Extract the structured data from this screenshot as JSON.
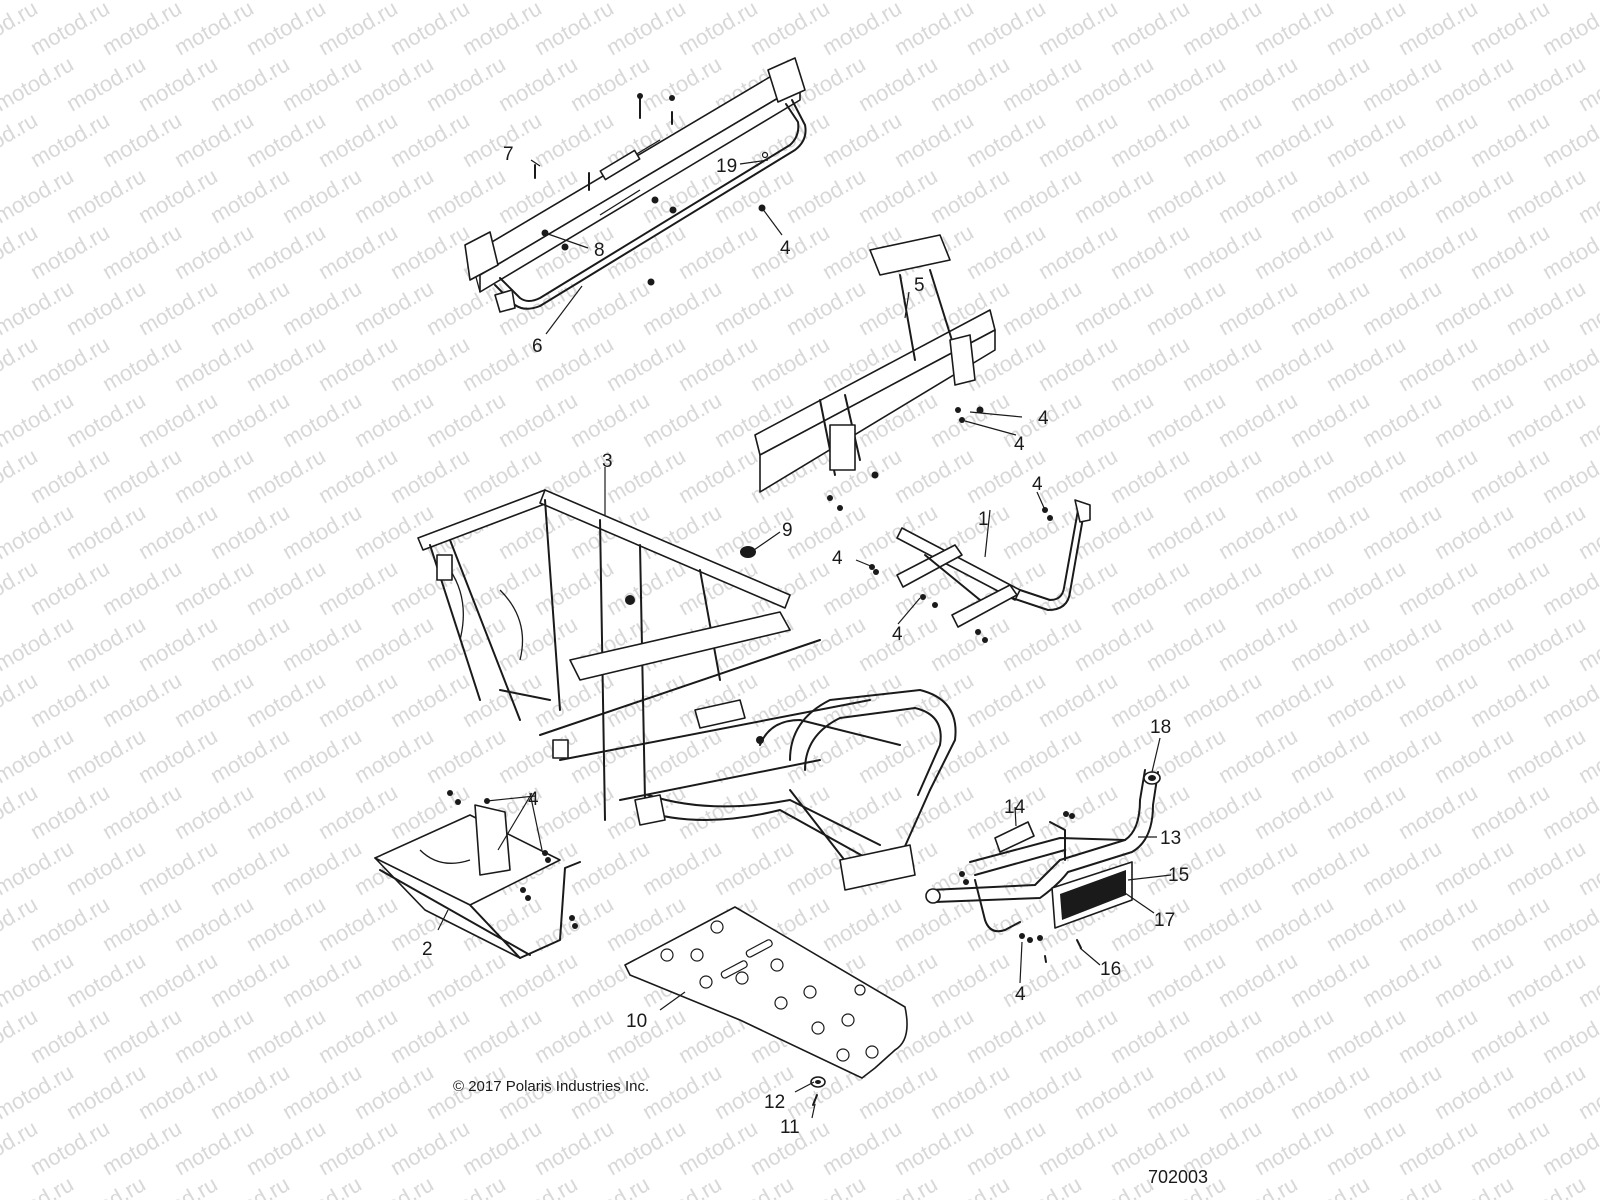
{
  "watermark": "motod.ru",
  "copyright": "© 2017  Polaris Industries Inc.",
  "diagram_number": "702003",
  "callouts": {
    "c1": "1",
    "c2": "2",
    "c3": "3",
    "c4a": "4",
    "c4b": "4",
    "c4c": "4",
    "c4d": "4",
    "c4e": "4",
    "c4f": "4",
    "c4g": "4",
    "c4h": "4",
    "c5": "5",
    "c6": "6",
    "c7": "7",
    "c8": "8",
    "c9": "9",
    "c10": "10",
    "c11": "11",
    "c12": "12",
    "c13": "13",
    "c14": "14",
    "c15": "15",
    "c16": "16",
    "c17": "17",
    "c18": "18",
    "c19": "19"
  }
}
